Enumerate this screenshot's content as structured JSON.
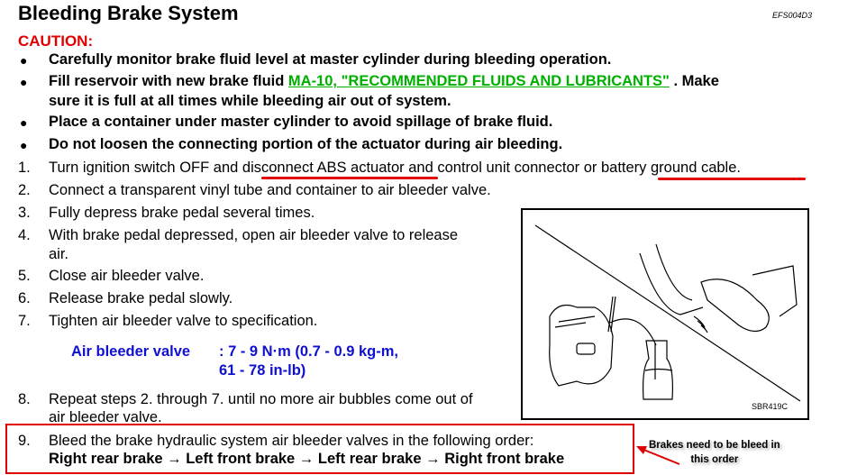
{
  "title": "Bleeding Brake System",
  "doc_code": "EFS004D3",
  "caution_label": "CAUTION:",
  "cautions": [
    {
      "text": "Carefully monitor brake fluid level at master cylinder during bleeding operation."
    },
    {
      "pre": "Fill reservoir with new brake fluid ",
      "link": "MA-10, \"RECOMMENDED FLUIDS AND LUBRICANTS\"",
      "post": " . Make",
      "line2": "sure it is full at all times while bleeding air out of system."
    },
    {
      "text": "Place a container under master cylinder to avoid spillage of brake fluid."
    },
    {
      "text": "Do not loosen the connecting portion of the actuator during air bleeding."
    }
  ],
  "bullet": "●",
  "steps": [
    {
      "n": "1.",
      "a": "Turn ignition switch OFF and ",
      "b": "disconnect ABS actuator",
      "c": " and control unit connector or ",
      "d": "battery ground cable",
      "e": "."
    },
    {
      "n": "2.",
      "text": "Connect a transparent vinyl tube and container to air bleeder valve."
    },
    {
      "n": "3.",
      "text": "Fully depress brake pedal several times."
    },
    {
      "n": "4.",
      "text": "With brake pedal depressed, open air bleeder valve to release",
      "line2": "air."
    },
    {
      "n": "5.",
      "text": "Close air bleeder valve."
    },
    {
      "n": "6.",
      "text": "Release brake pedal slowly."
    },
    {
      "n": "7.",
      "text": "Tighten air bleeder valve to specification."
    },
    {
      "n": "8.",
      "text": "Repeat steps 2. through 7. until no more air bubbles come out of",
      "line2": "air bleeder valve."
    },
    {
      "n": "9.",
      "text": "Bleed the brake hydraulic system air bleeder valves in the following order:",
      "line2": "Right rear brake → Left front brake → Left rear brake → Right front brake"
    }
  ],
  "spec": {
    "label": "Air bleeder valve",
    "value": ": 7 - 9 N·m (0.7 - 0.9 kg-m,",
    "value2": "61 - 78 in-lb)"
  },
  "figure_label": "SBR419C",
  "annotation": {
    "line1": "Brakes need to be bleed in",
    "line2": "this order"
  }
}
